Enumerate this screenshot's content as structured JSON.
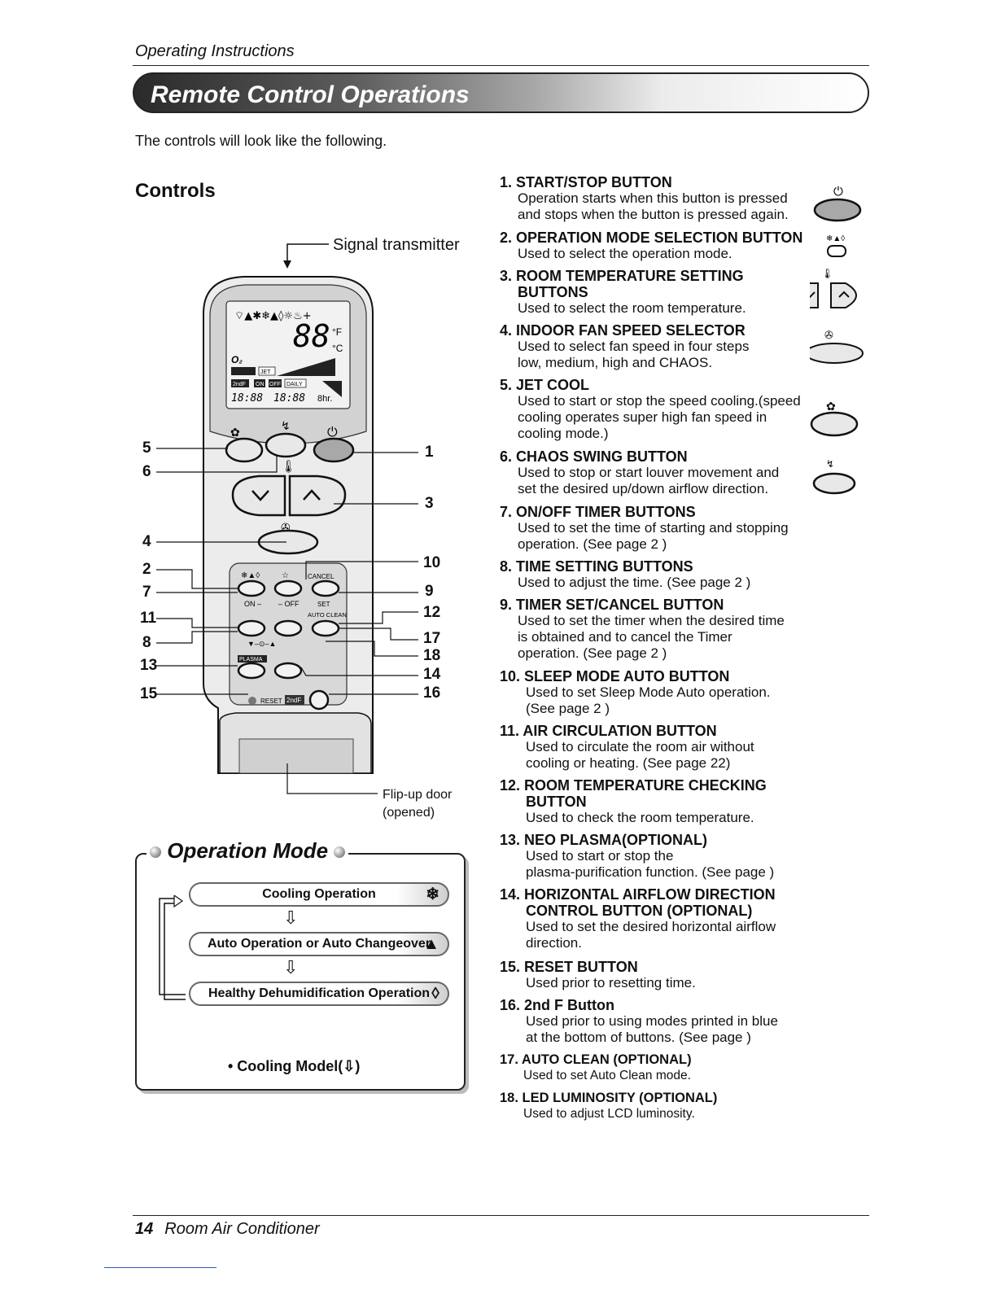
{
  "header": {
    "section": "Operating Instructions",
    "banner": "Remote Control Operations"
  },
  "intro": "The controls will look like the following.",
  "controls_heading": "Controls",
  "diagram": {
    "signal_label": "Signal transmitter",
    "flip_line1": "Flip-up door",
    "flip_line2": "(opened)",
    "left_numbers": [
      "5",
      "6",
      "4",
      "2",
      "7",
      "11",
      "8",
      "13",
      "15"
    ],
    "right_numbers": [
      "1",
      "3",
      "10",
      "9",
      "12",
      "17",
      "18",
      "14",
      "16"
    ],
    "remote_labels": {
      "onoff": "ON –",
      "off": "– OFF",
      "cancel": "CANCEL",
      "set": "SET",
      "auto_clean": "AUTO CLEAN",
      "plasma": "PLASMA",
      "reset": "RESET",
      "second_f": "2ndF",
      "jet": "JET",
      "lcd_digits": "88",
      "deg_f": "°F",
      "deg_c": "°C",
      "o2": "O₂",
      "daily": "DAILY",
      "lcd_on": "ON",
      "lcd_off": "OFF",
      "lcd_2ndf": "2ndF",
      "lcd_time1": "18:88",
      "lcd_time2": "18:88",
      "lcd_hr": "8hr."
    }
  },
  "operation_mode": {
    "title": "Operation Mode",
    "modes": [
      {
        "label": "Cooling Operation",
        "icon": "snowflake-icon"
      },
      {
        "label": "Auto Operation or Auto Changeover",
        "icon": "auto-icon"
      },
      {
        "label": "Healthy Dehumidification Operation",
        "icon": "drop-icon"
      }
    ],
    "footnote": "• Cooling Model(⇩)"
  },
  "items": [
    {
      "title": "1. START/STOP BUTTON",
      "desc": [
        "Operation starts when this button is pressed",
        "and stops when the button is pressed again."
      ]
    },
    {
      "title": "2. OPERATION MODE SELECTION BUTTON",
      "desc": [
        "Used to select the operation mode."
      ]
    },
    {
      "title": "3. ROOM TEMPERATURE SETTING",
      "title2": "BUTTONS",
      "desc": [
        "Used to select the room temperature."
      ]
    },
    {
      "title": "4. INDOOR FAN SPEED SELECTOR",
      "desc": [
        "Used to select fan speed in four steps",
        "low, medium, high and CHAOS."
      ]
    },
    {
      "title": "5. JET COOL",
      "desc": [
        "Used to start or stop the speed cooling.(speed",
        "cooling operates super high fan speed in",
        "cooling mode.)"
      ]
    },
    {
      "title": "6. CHAOS SWING BUTTON",
      "desc": [
        "Used to stop or start louver movement and",
        "set the desired up/down airflow direction."
      ]
    },
    {
      "title": "7. ON/OFF TIMER BUTTONS",
      "desc": [
        "Used to set the time of starting and stopping",
        "operation. (See page 2  )"
      ]
    },
    {
      "title": "8. TIME SETTING BUTTONS",
      "desc": [
        "Used to adjust the time. (See page 2  )"
      ]
    },
    {
      "title": "9. TIMER SET/CANCEL BUTTON",
      "desc": [
        "Used to set the timer when the desired time",
        "is obtained and to cancel the Timer",
        "operation. (See page 2  )"
      ]
    },
    {
      "title": "10. SLEEP MODE AUTO BUTTON",
      "desc": [
        "Used to set Sleep Mode Auto operation.",
        "(See page 2  )"
      ]
    },
    {
      "title": "11. AIR CIRCULATION BUTTON",
      "desc": [
        "Used to circulate the room air without",
        "cooling or heating. (See page 22)"
      ]
    },
    {
      "title": "12. ROOM TEMPERATURE CHECKING",
      "title2": "BUTTON",
      "desc": [
        "Used to check the room temperature."
      ]
    },
    {
      "title": "13. NEO PLASMA(OPTIONAL)",
      "desc": [
        "Used to start or stop the",
        "plasma-purification function. (See page     )"
      ]
    },
    {
      "title": "14. HORIZONTAL AIRFLOW DIRECTION",
      "title2": "CONTROL BUTTON (OPTIONAL)",
      "desc": [
        "Used to set the desired horizontal airflow",
        "direction."
      ]
    },
    {
      "title": "15. RESET BUTTON",
      "desc": [
        "Used prior to resetting time."
      ]
    },
    {
      "title": "16. 2nd F Button",
      "desc": [
        "Used prior to using modes printed in blue",
        "at the bottom of buttons. (See page     )"
      ]
    },
    {
      "title": "17. AUTO CLEAN (OPTIONAL)",
      "desc": [
        "Used to set Auto Clean mode."
      ]
    },
    {
      "title": "18. LED LUMINOSITY (OPTIONAL)",
      "desc": [
        "Used to adjust LCD luminosity."
      ]
    }
  ],
  "footer": {
    "page": "14",
    "title": "Room Air Conditioner"
  }
}
